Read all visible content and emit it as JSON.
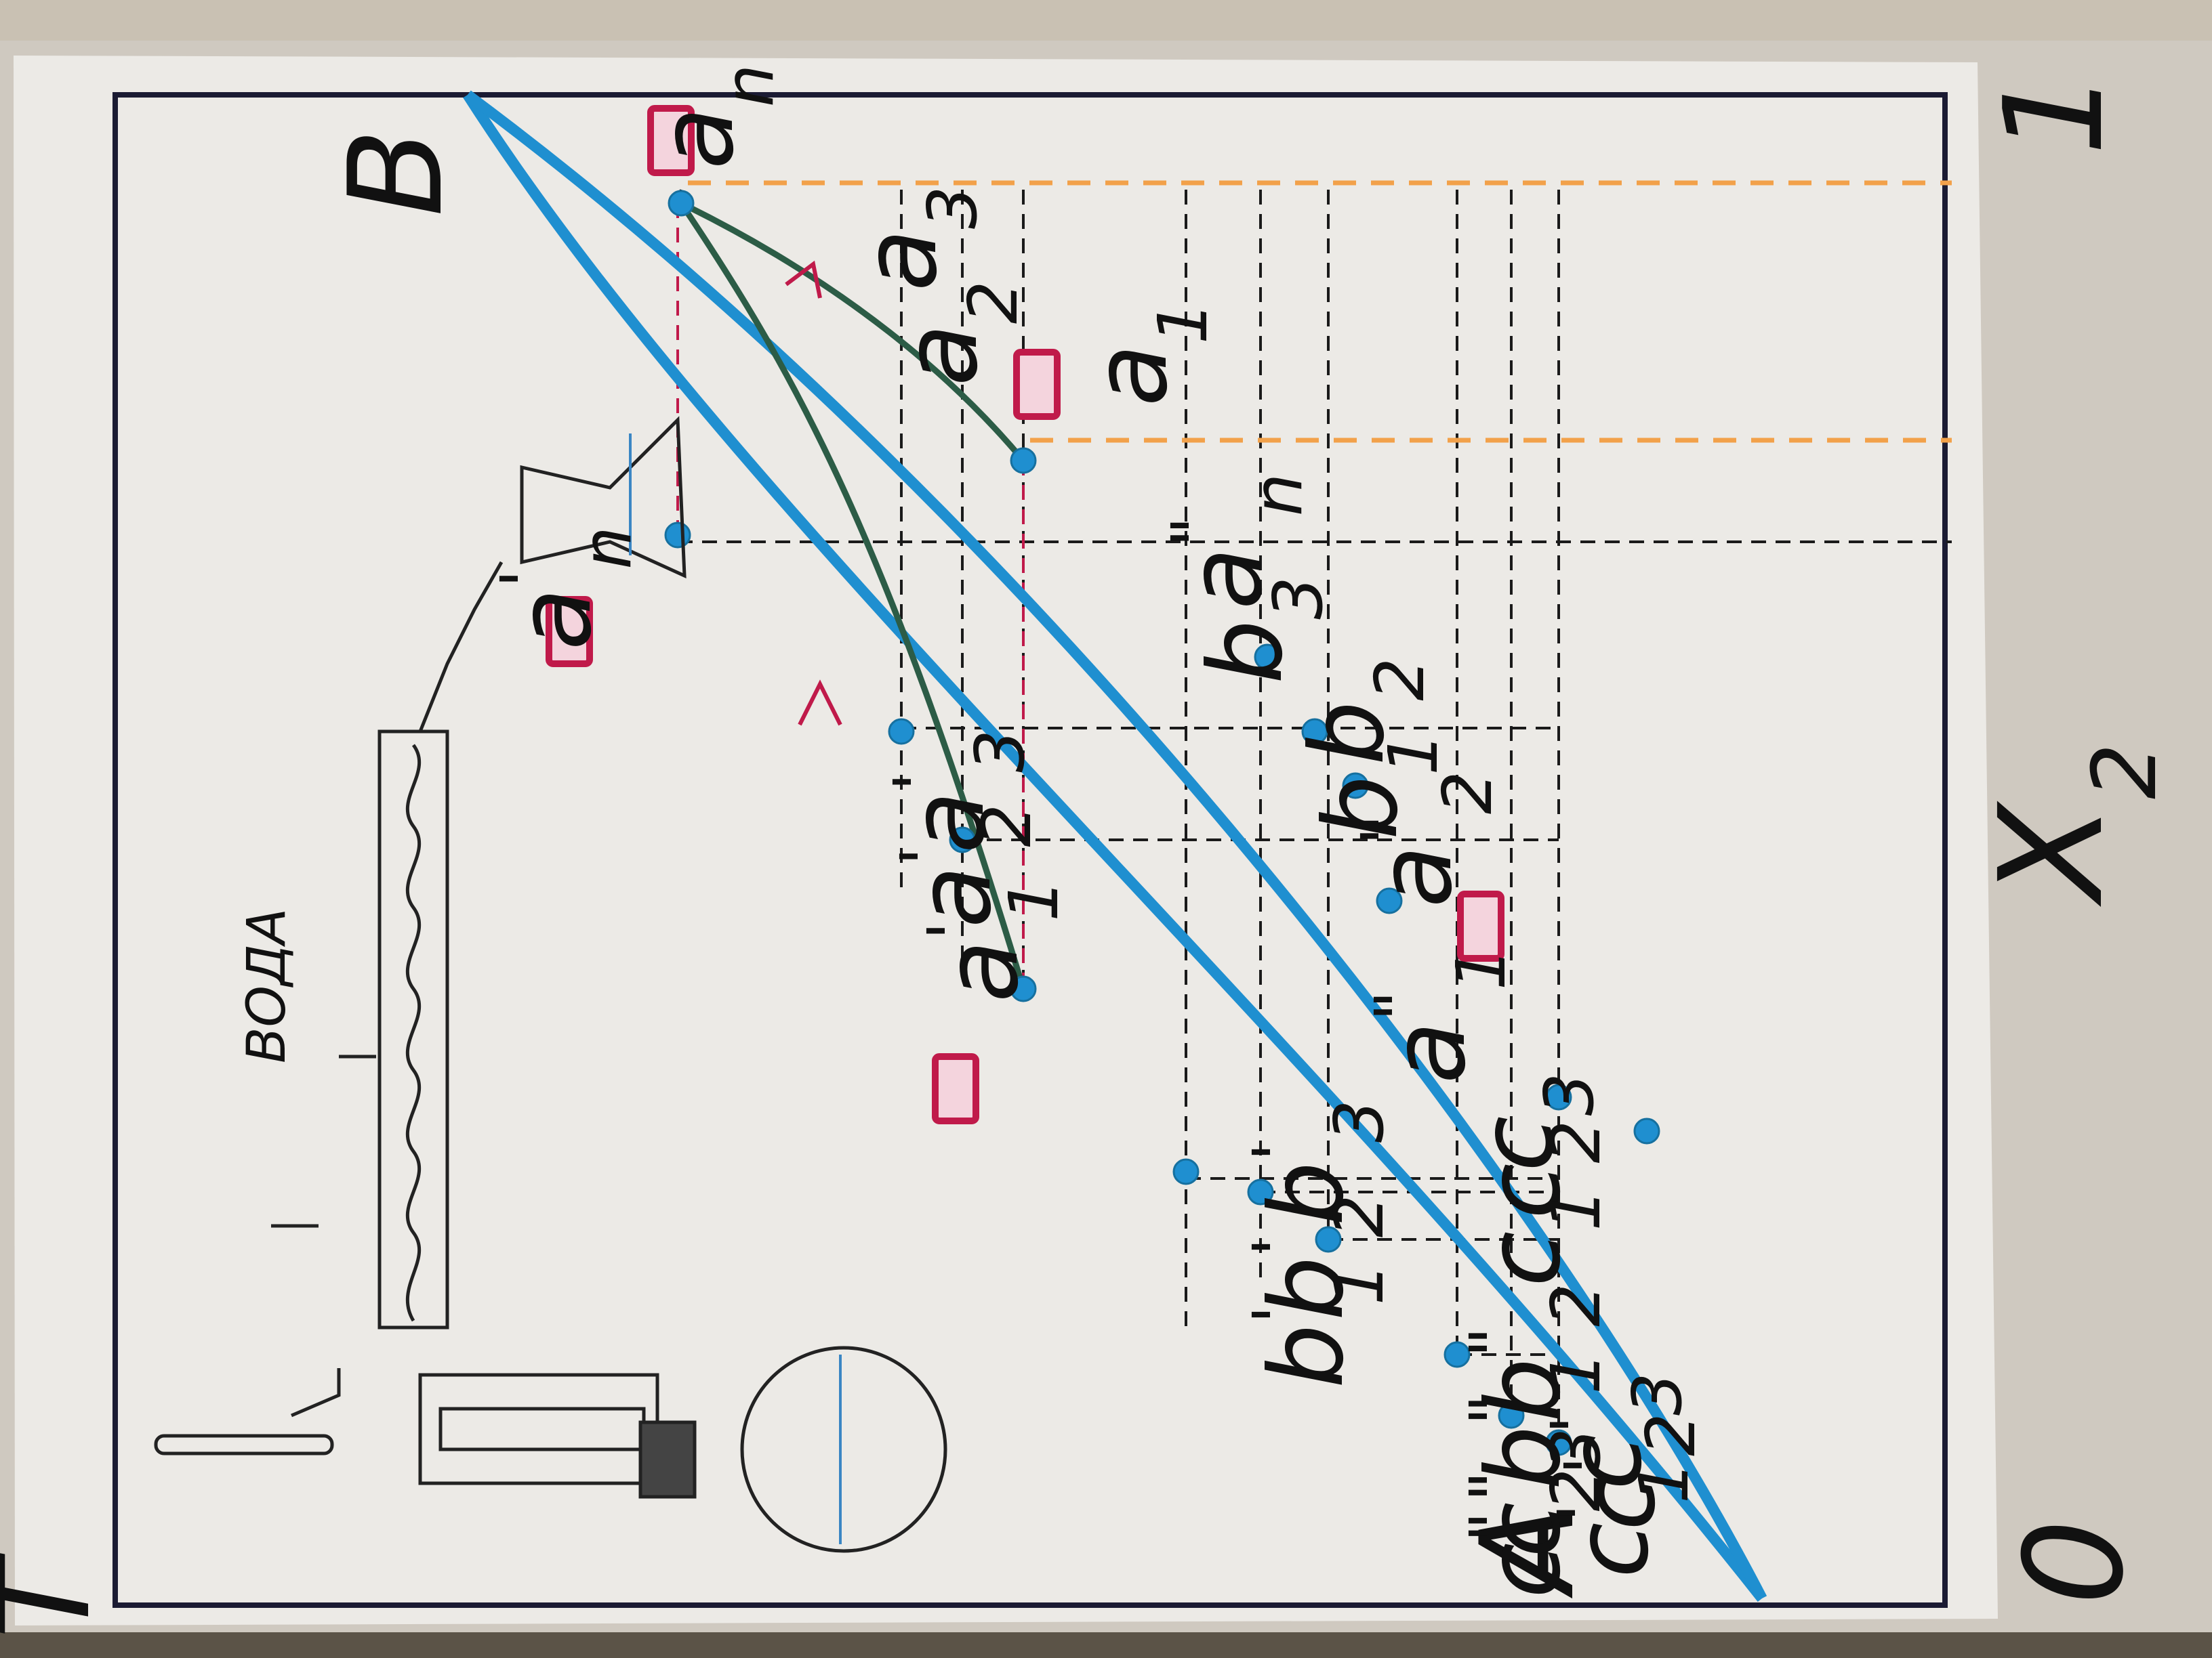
{
  "diagram": {
    "colors": {
      "paper": "#eceae6",
      "frame": "#1b1b33",
      "curve": "#1f8fd0",
      "green_segment": "#2c5c46",
      "hatch": "#1a1a1a",
      "pink_marker": "#c01a4a",
      "orange_dash": "#f2a14a",
      "apparatus": "#222222",
      "liquid": "#3a86c4"
    },
    "axis": {
      "origin": "0",
      "end": "1",
      "variable": "X",
      "variable_sub": "2",
      "side_label": "T"
    },
    "endpoints": {
      "left": "A",
      "right": "B"
    },
    "apparatus": {
      "water_label": "ВОДА"
    },
    "upper_curve_labels": [
      {
        "base": "a",
        "sup": "'",
        "sub": "n"
      },
      {
        "base": "a",
        "sup": "'",
        "sub": "3"
      },
      {
        "base": "a",
        "sup": "'",
        "sub": "2"
      },
      {
        "base": "a",
        "sup": "'",
        "sub": "1"
      },
      {
        "base": "b",
        "sup": "'",
        "sub": "3"
      },
      {
        "base": "b",
        "sup": "'",
        "sub": "2"
      },
      {
        "base": "b",
        "sup": "'",
        "sub": "1"
      },
      {
        "base": "c",
        "sup": "'",
        "sub": "3"
      },
      {
        "base": "c",
        "sup": "'",
        "sub": "2"
      },
      {
        "base": "c",
        "sup": "'",
        "sub": "1"
      }
    ],
    "lower_curve_labels": [
      {
        "base": "a",
        "sup": "",
        "sub": "n"
      },
      {
        "base": "a",
        "sup": "",
        "sub": "3"
      },
      {
        "base": "a",
        "sup": "",
        "sub": "2"
      },
      {
        "base": "a",
        "sup": "",
        "sub": "1"
      },
      {
        "base": "a",
        "sup": "\"",
        "sub": "n"
      },
      {
        "base": "b",
        "sup": "",
        "sub": "3"
      },
      {
        "base": "b",
        "sup": "",
        "sub": "2"
      },
      {
        "base": "b",
        "sup": "",
        "sub": "1"
      },
      {
        "base": "a",
        "sup": "\"",
        "sub": "2"
      },
      {
        "base": "a",
        "sup": "\"",
        "sub": "1"
      },
      {
        "base": "c",
        "sup": "",
        "sub": "3"
      },
      {
        "base": "c",
        "sup": "",
        "sub": "2"
      },
      {
        "base": "c",
        "sup": "",
        "sub": "1"
      },
      {
        "base": "b",
        "sup": "\"",
        "sub": "2"
      },
      {
        "base": "b",
        "sup": "\"",
        "sub": "1"
      },
      {
        "base": "c",
        "sup": "\"",
        "sub": "3"
      },
      {
        "base": "c",
        "sup": "\"",
        "sub": "2"
      }
    ]
  }
}
